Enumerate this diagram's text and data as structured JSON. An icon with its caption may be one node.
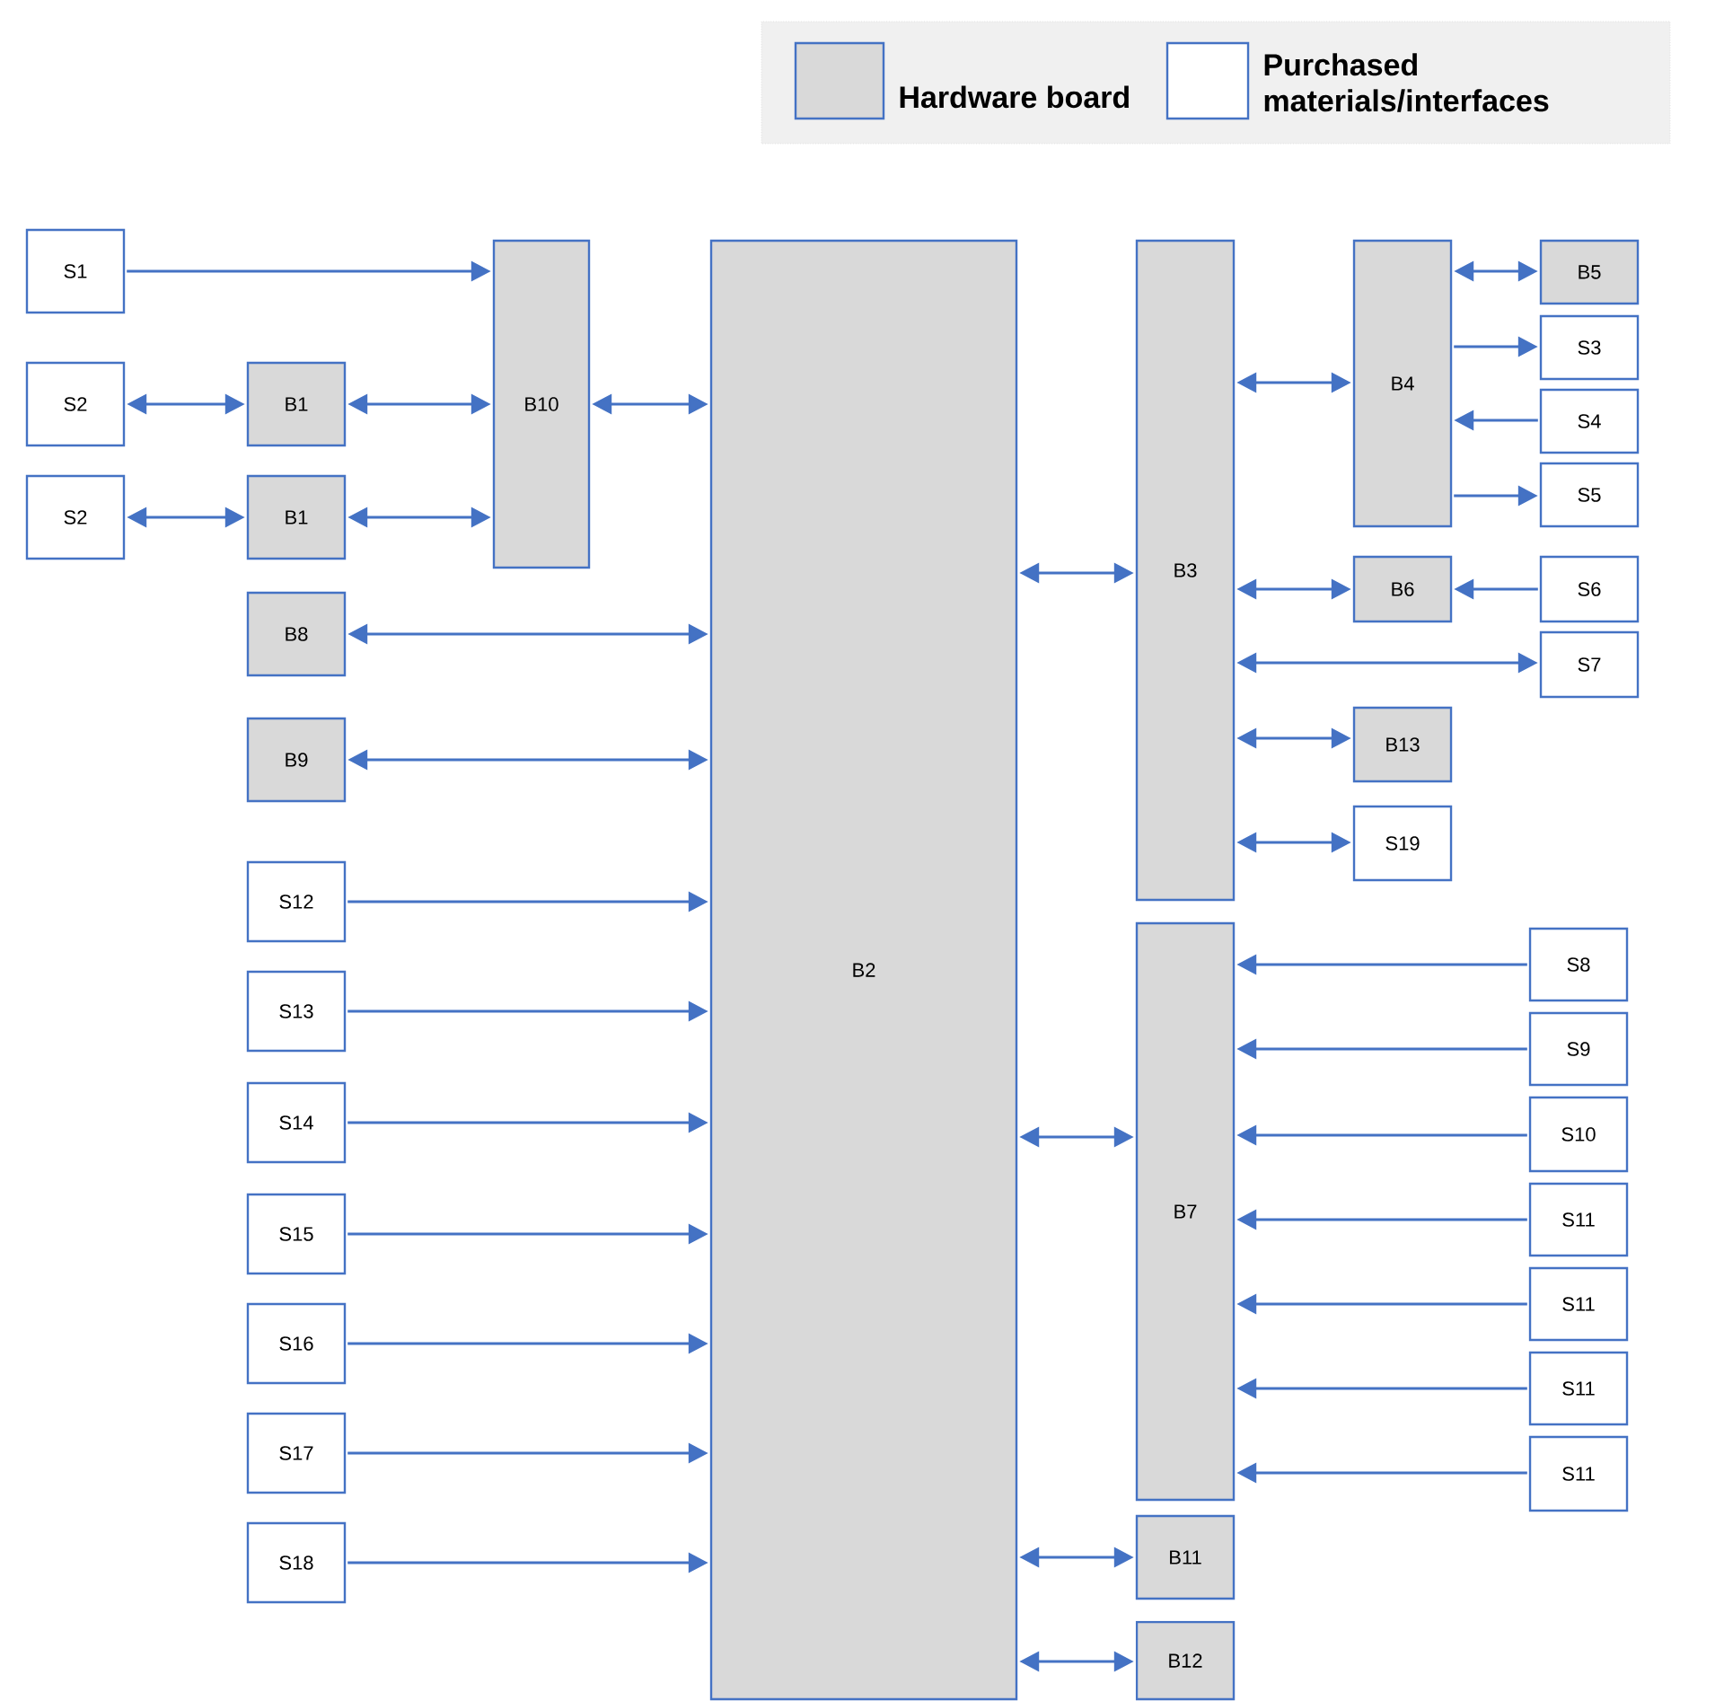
{
  "diagram": {
    "nodes": [
      {
        "text": [
          "S1"
        ]
      },
      {
        "text": [
          "S2"
        ]
      },
      {
        "text": [
          "B1"
        ]
      },
      {
        "text": [
          "S2"
        ]
      },
      {
        "text": [
          "B1"
        ]
      },
      {
        "text": [
          "B10"
        ]
      },
      {
        "text": [
          "B8"
        ]
      },
      {
        "text": [
          "B9"
        ]
      },
      {
        "text": [
          "S12"
        ]
      },
      {
        "text": [
          "S13"
        ]
      },
      {
        "text": [
          "S14"
        ]
      },
      {
        "text": [
          "S15"
        ]
      },
      {
        "text": [
          "S16"
        ]
      },
      {
        "text": [
          "S17"
        ]
      },
      {
        "text": [
          "S18"
        ]
      },
      {
        "text": [
          "B2"
        ]
      },
      {
        "text": [
          "B3"
        ]
      },
      {
        "text": [
          "B4"
        ]
      },
      {
        "text": [
          "B5"
        ]
      },
      {
        "text": [
          "S3"
        ]
      },
      {
        "text": [
          "S4"
        ]
      },
      {
        "text": [
          "S5"
        ]
      },
      {
        "text": [
          "B6"
        ]
      },
      {
        "text": [
          "S6"
        ]
      },
      {
        "text": [
          "S7"
        ]
      },
      {
        "text": [
          "B13"
        ]
      },
      {
        "text": [
          "S19"
        ]
      },
      {
        "text": [
          "B7"
        ]
      },
      {
        "text": [
          "S8"
        ]
      },
      {
        "text": [
          "S9"
        ]
      },
      {
        "text": [
          "S10"
        ]
      },
      {
        "text": [
          "S11"
        ]
      },
      {
        "text": [
          "S11"
        ]
      },
      {
        "text": [
          "S11"
        ]
      },
      {
        "text": [
          "S11"
        ]
      },
      {
        "text": [
          "B11"
        ]
      },
      {
        "text": [
          "B12"
        ]
      }
    ],
    "edges": [
      {
        "from": 0,
        "to": 5,
        "arrow": "to"
      },
      {
        "from": 1,
        "to": 2,
        "arrow": "both"
      },
      {
        "from": 2,
        "to": 5,
        "arrow": "both"
      },
      {
        "from": 3,
        "to": 4,
        "arrow": "both"
      },
      {
        "from": 4,
        "to": 5,
        "arrow": "both"
      },
      {
        "from": 5,
        "to": 15,
        "arrow": "both"
      },
      {
        "from": 6,
        "to": 15,
        "arrow": "both"
      },
      {
        "from": 7,
        "to": 15,
        "arrow": "both"
      },
      {
        "from": 8,
        "to": 15,
        "arrow": "to"
      },
      {
        "from": 9,
        "to": 15,
        "arrow": "to"
      },
      {
        "from": 10,
        "to": 15,
        "arrow": "to"
      },
      {
        "from": 11,
        "to": 15,
        "arrow": "to"
      },
      {
        "from": 12,
        "to": 15,
        "arrow": "to"
      },
      {
        "from": 13,
        "to": 15,
        "arrow": "to"
      },
      {
        "from": 14,
        "to": 15,
        "arrow": "to"
      },
      {
        "from": 15,
        "to": 16,
        "arrow": "both"
      },
      {
        "from": 16,
        "to": 17,
        "arrow": "both"
      },
      {
        "from": 17,
        "to": 18,
        "arrow": "both"
      },
      {
        "from": 17,
        "to": 19,
        "arrow": "to"
      },
      {
        "from": 20,
        "to": 17,
        "arrow": "to"
      },
      {
        "from": 17,
        "to": 21,
        "arrow": "to"
      },
      {
        "from": 16,
        "to": 22,
        "arrow": "both"
      },
      {
        "from": 23,
        "to": 22,
        "arrow": "to"
      },
      {
        "from": 16,
        "to": 24,
        "arrow": "both"
      },
      {
        "from": 16,
        "to": 25,
        "arrow": "both"
      },
      {
        "from": 16,
        "to": 26,
        "arrow": "both"
      },
      {
        "from": 15,
        "to": 27,
        "arrow": "both"
      },
      {
        "from": 28,
        "to": 27,
        "arrow": "to"
      },
      {
        "from": 29,
        "to": 27,
        "arrow": "to"
      },
      {
        "from": 30,
        "to": 27,
        "arrow": "to"
      },
      {
        "from": 31,
        "to": 27,
        "arrow": "to"
      },
      {
        "from": 32,
        "to": 27,
        "arrow": "to"
      },
      {
        "from": 33,
        "to": 27,
        "arrow": "to"
      },
      {
        "from": 34,
        "to": 27,
        "arrow": "to"
      },
      {
        "from": 15,
        "to": 35,
        "arrow": "both"
      },
      {
        "from": 15,
        "to": 36,
        "arrow": "both"
      }
    ],
    "legend": [
      {
        "text": "Hardware board",
        "color": "#d9d9d9"
      },
      {
        "text": "Purchased materials/interfaces",
        "color": "#ffffff"
      }
    ]
  }
}
